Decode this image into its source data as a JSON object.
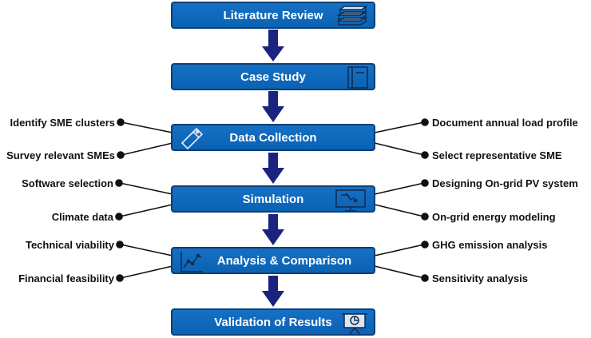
{
  "steps": [
    {
      "label": "Literature Review",
      "icon": "books-icon"
    },
    {
      "label": "Case Study",
      "icon": "notebook-icon"
    },
    {
      "label": "Data Collection",
      "icon": "usb-drive-icon"
    },
    {
      "label": "Simulation",
      "icon": "monitor-chart-icon"
    },
    {
      "label": "Analysis & Comparison",
      "icon": "line-graph-icon"
    },
    {
      "label": "Validation of Results",
      "icon": "presentation-board-icon"
    }
  ],
  "data_collection": {
    "left": [
      "Identify SME clusters",
      "Survey relevant SMEs"
    ],
    "right": [
      "Document annual load profile",
      "Select representative SME"
    ]
  },
  "simulation": {
    "left": [
      "Software selection",
      "Climate data"
    ],
    "right": [
      "Designing On-grid PV system",
      "On-grid energy modeling"
    ]
  },
  "analysis": {
    "left": [
      "Technical viability",
      "Financial feasibility"
    ],
    "right": [
      "GHG emission analysis",
      "Sensitivity analysis"
    ]
  },
  "colors": {
    "box": "#0b62b3",
    "border": "#0d3f78",
    "arrow": "#1a237e"
  }
}
